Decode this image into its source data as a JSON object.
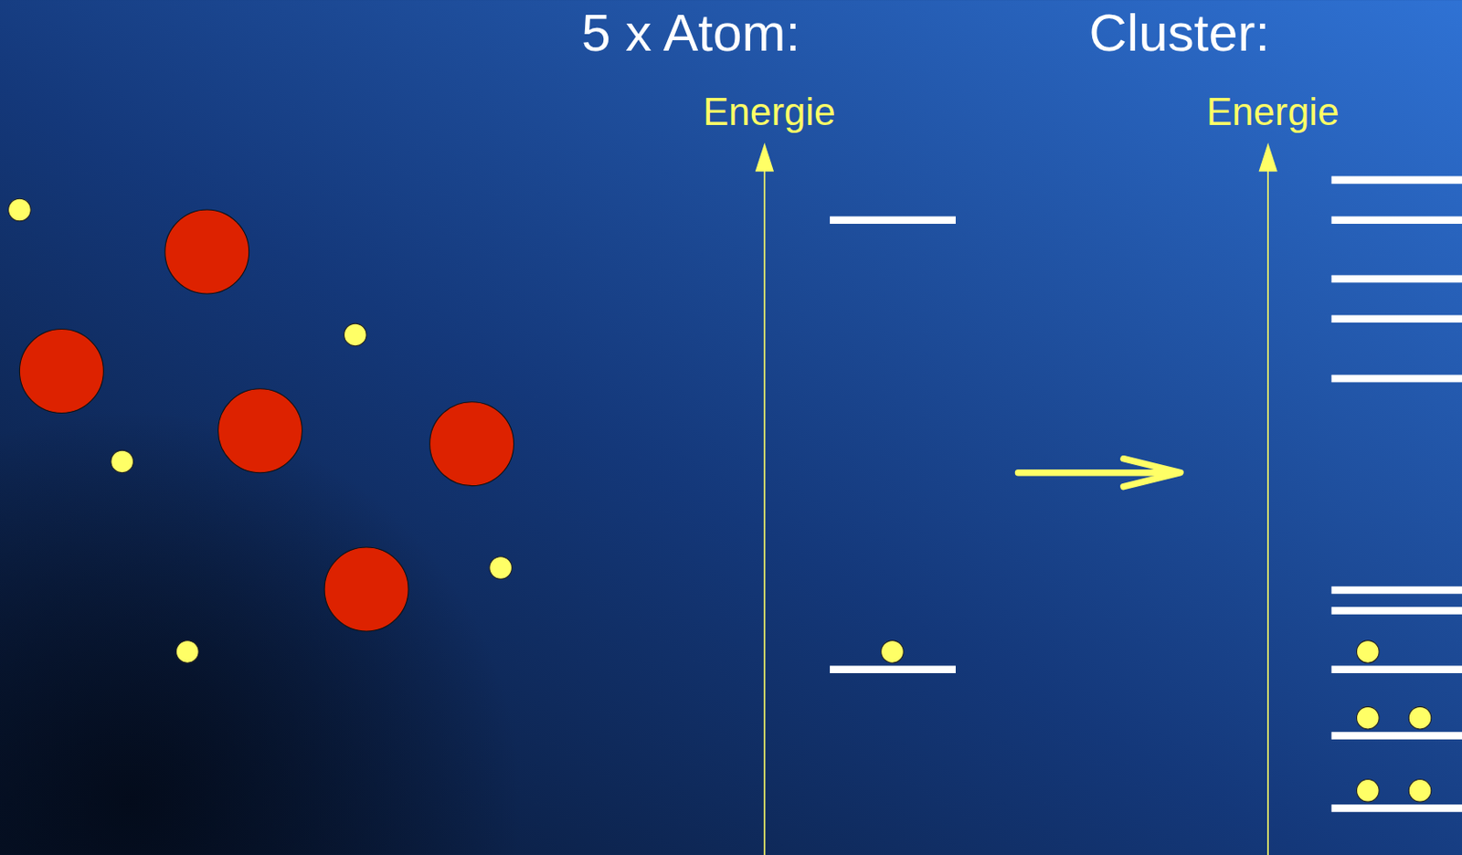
{
  "diagram": {
    "labels": [
      "5 x Atom:",
      "Cluster:",
      "Energie",
      "Energie"
    ]
  }
}
